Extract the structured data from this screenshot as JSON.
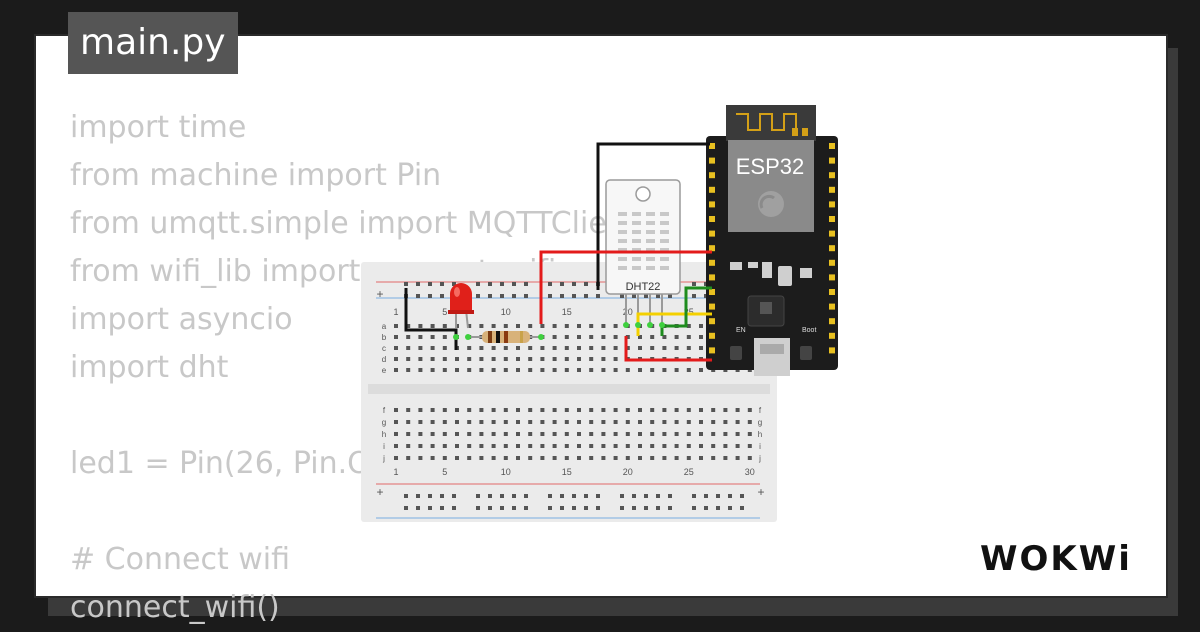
{
  "file_tab": {
    "label": "main.py"
  },
  "code_lines": [
    "import time",
    "from machine import Pin",
    "from umqtt.simple import MQTTClient",
    "from wifi_lib import connect_wifi",
    "import asyncio",
    "import dht",
    "",
    "led1 = Pin(26, Pin.OUT)",
    "",
    "# Connect wifi",
    "connect_wifi()"
  ],
  "board": {
    "label": "ESP32",
    "en_label": "EN",
    "boot_label": "Boot"
  },
  "sensor": {
    "label": "DHT22"
  },
  "breadboard": {
    "column_numbers": [
      "1",
      "5",
      "10",
      "15",
      "20",
      "25",
      "30"
    ],
    "top_rows": [
      "a",
      "b",
      "c",
      "d",
      "e"
    ],
    "bottom_rows": [
      "f",
      "g",
      "h",
      "i",
      "j"
    ],
    "rail_plus": "+",
    "rail_minus": "−"
  },
  "brand": {
    "logo_text": "WOKWi"
  },
  "colors": {
    "wire_black": "#111111",
    "wire_red": "#e31b1b",
    "wire_green": "#1e8c1e",
    "wire_yellow": "#f4d000",
    "led_red": "#e0201a",
    "board_black": "#1c1c1c",
    "pin_gold": "#e8c020"
  }
}
